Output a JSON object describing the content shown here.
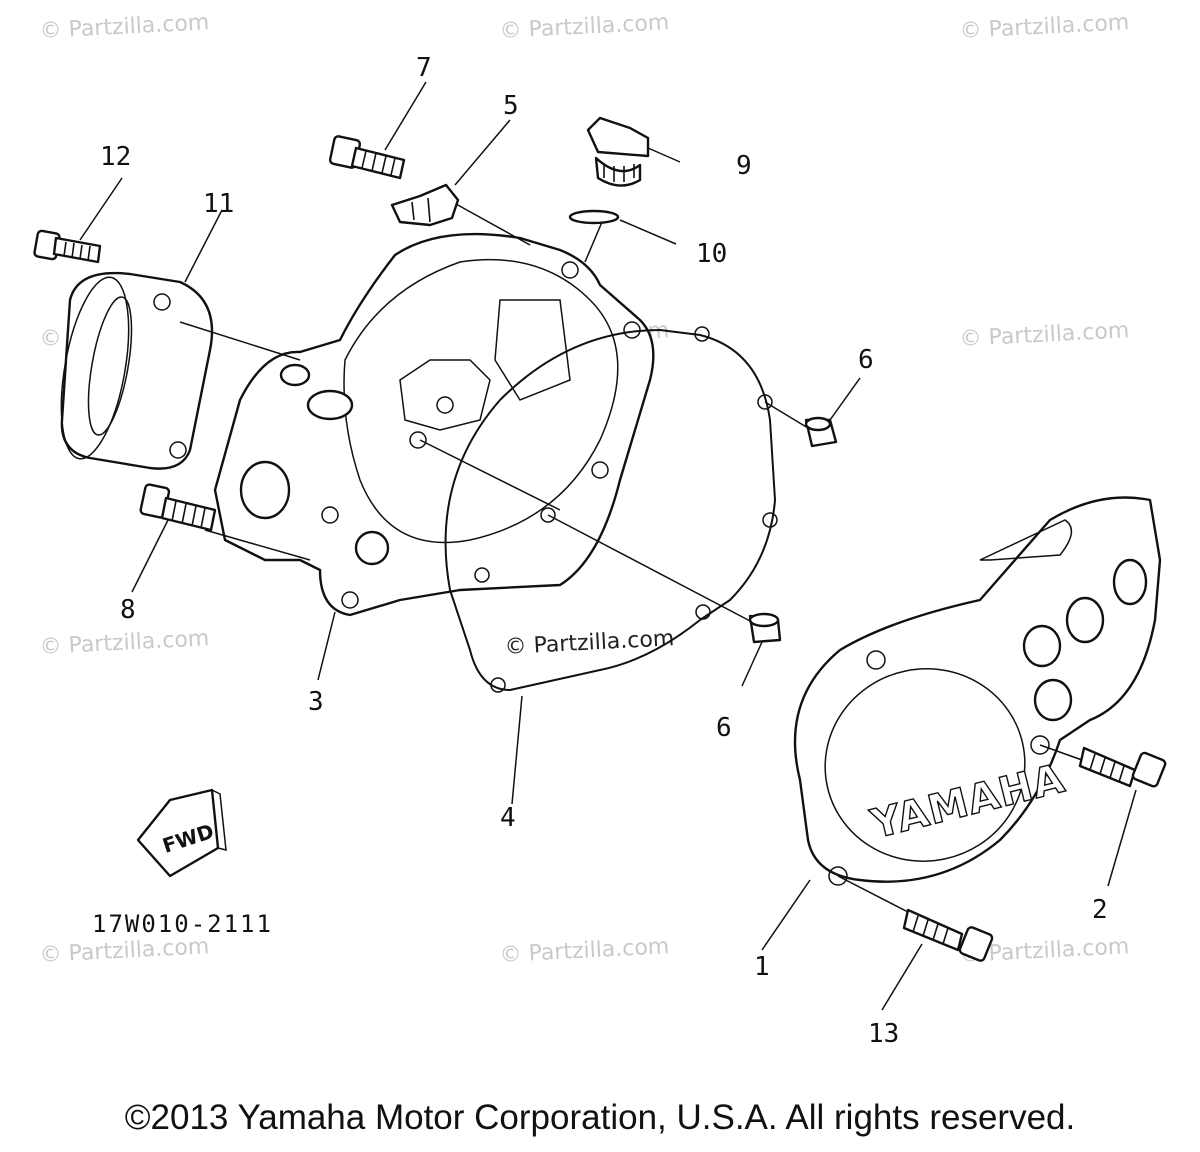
{
  "watermark_text": "© Partzilla.com",
  "center_watermark": "© Partzilla.com",
  "callouts": {
    "p1": "1",
    "p2": "2",
    "p3": "3",
    "p4": "4",
    "p5": "5",
    "p6a": "6",
    "p6b": "6",
    "p7": "7",
    "p8": "8",
    "p9": "9",
    "p10": "10",
    "p11": "11",
    "p12": "12",
    "p13": "13"
  },
  "cover_brand": "YAMAHA",
  "fwd_label": "FWD",
  "diagram_code": "17W010-2111",
  "copyright": "©2013 Yamaha Motor Corporation, U.S.A. All rights reserved."
}
